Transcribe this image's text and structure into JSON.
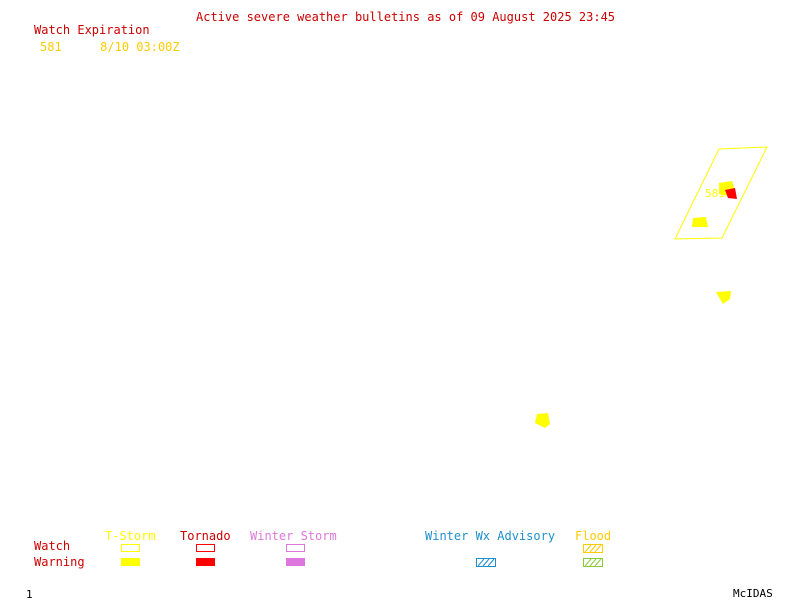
{
  "header": {
    "title": "Active severe weather bulletins as of 09 August 2025 23:45",
    "watch_column_label": "Watch",
    "expiration_column_label": "Expiration",
    "watches": [
      {
        "number": "581",
        "expiration": "8/10 03:00Z"
      }
    ]
  },
  "map": {
    "watch_box_label": "581"
  },
  "legend": {
    "row_labels": {
      "watch": "Watch",
      "warning": "Warning"
    },
    "categories": [
      {
        "label": "T-Storm",
        "color": "#ffff00"
      },
      {
        "label": "Tornado",
        "color": "#ff0000"
      },
      {
        "label": "Winter Storm",
        "color": "#dd77dd"
      },
      {
        "label": "Winter Wx Advisory",
        "color": "#1e90cc"
      },
      {
        "label": "Flood",
        "color": "#88cc33"
      }
    ]
  },
  "footer": {
    "frame_number": "1",
    "software": "McIDAS"
  },
  "colors": {
    "title": "#cc0000",
    "watch_text": "#ffcc00",
    "tstorm": "#ffff00",
    "tornado": "#ff0000",
    "winter_storm": "#dd77dd",
    "winter_advisory": "#1e90cc",
    "flood_watch": "#ffcc00",
    "flood_warning": "#88cc33"
  }
}
